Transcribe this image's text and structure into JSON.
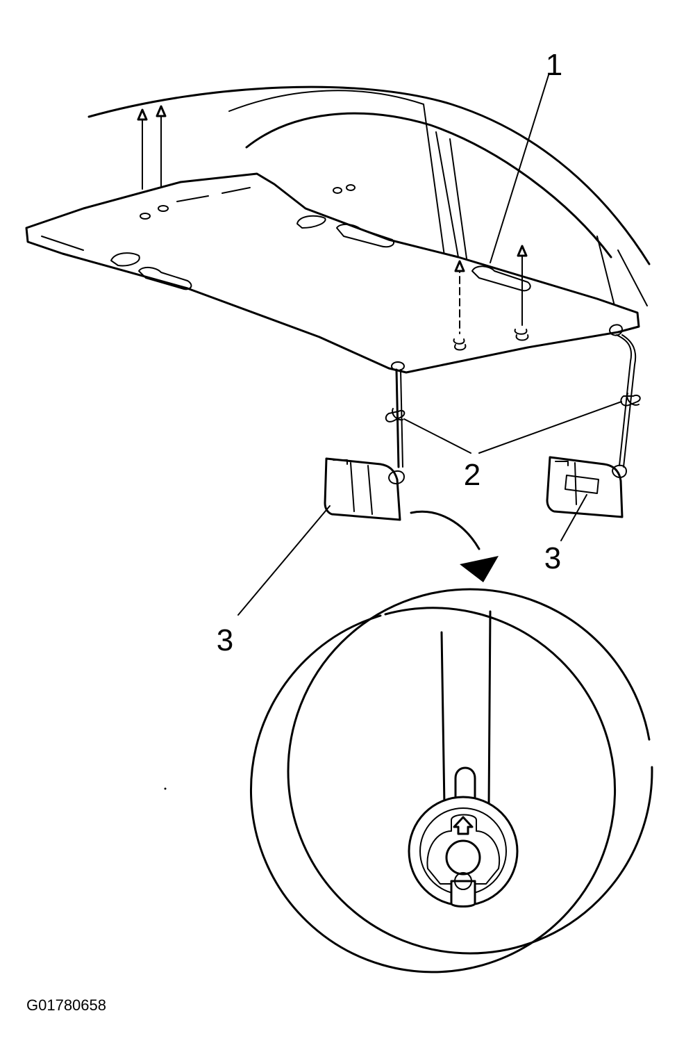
{
  "figure_id": "G01780658",
  "callouts": [
    {
      "id": "1",
      "text": "1"
    },
    {
      "id": "2",
      "text": "2"
    },
    {
      "id": "3a",
      "text": "3"
    },
    {
      "id": "3b",
      "text": "3"
    }
  ]
}
